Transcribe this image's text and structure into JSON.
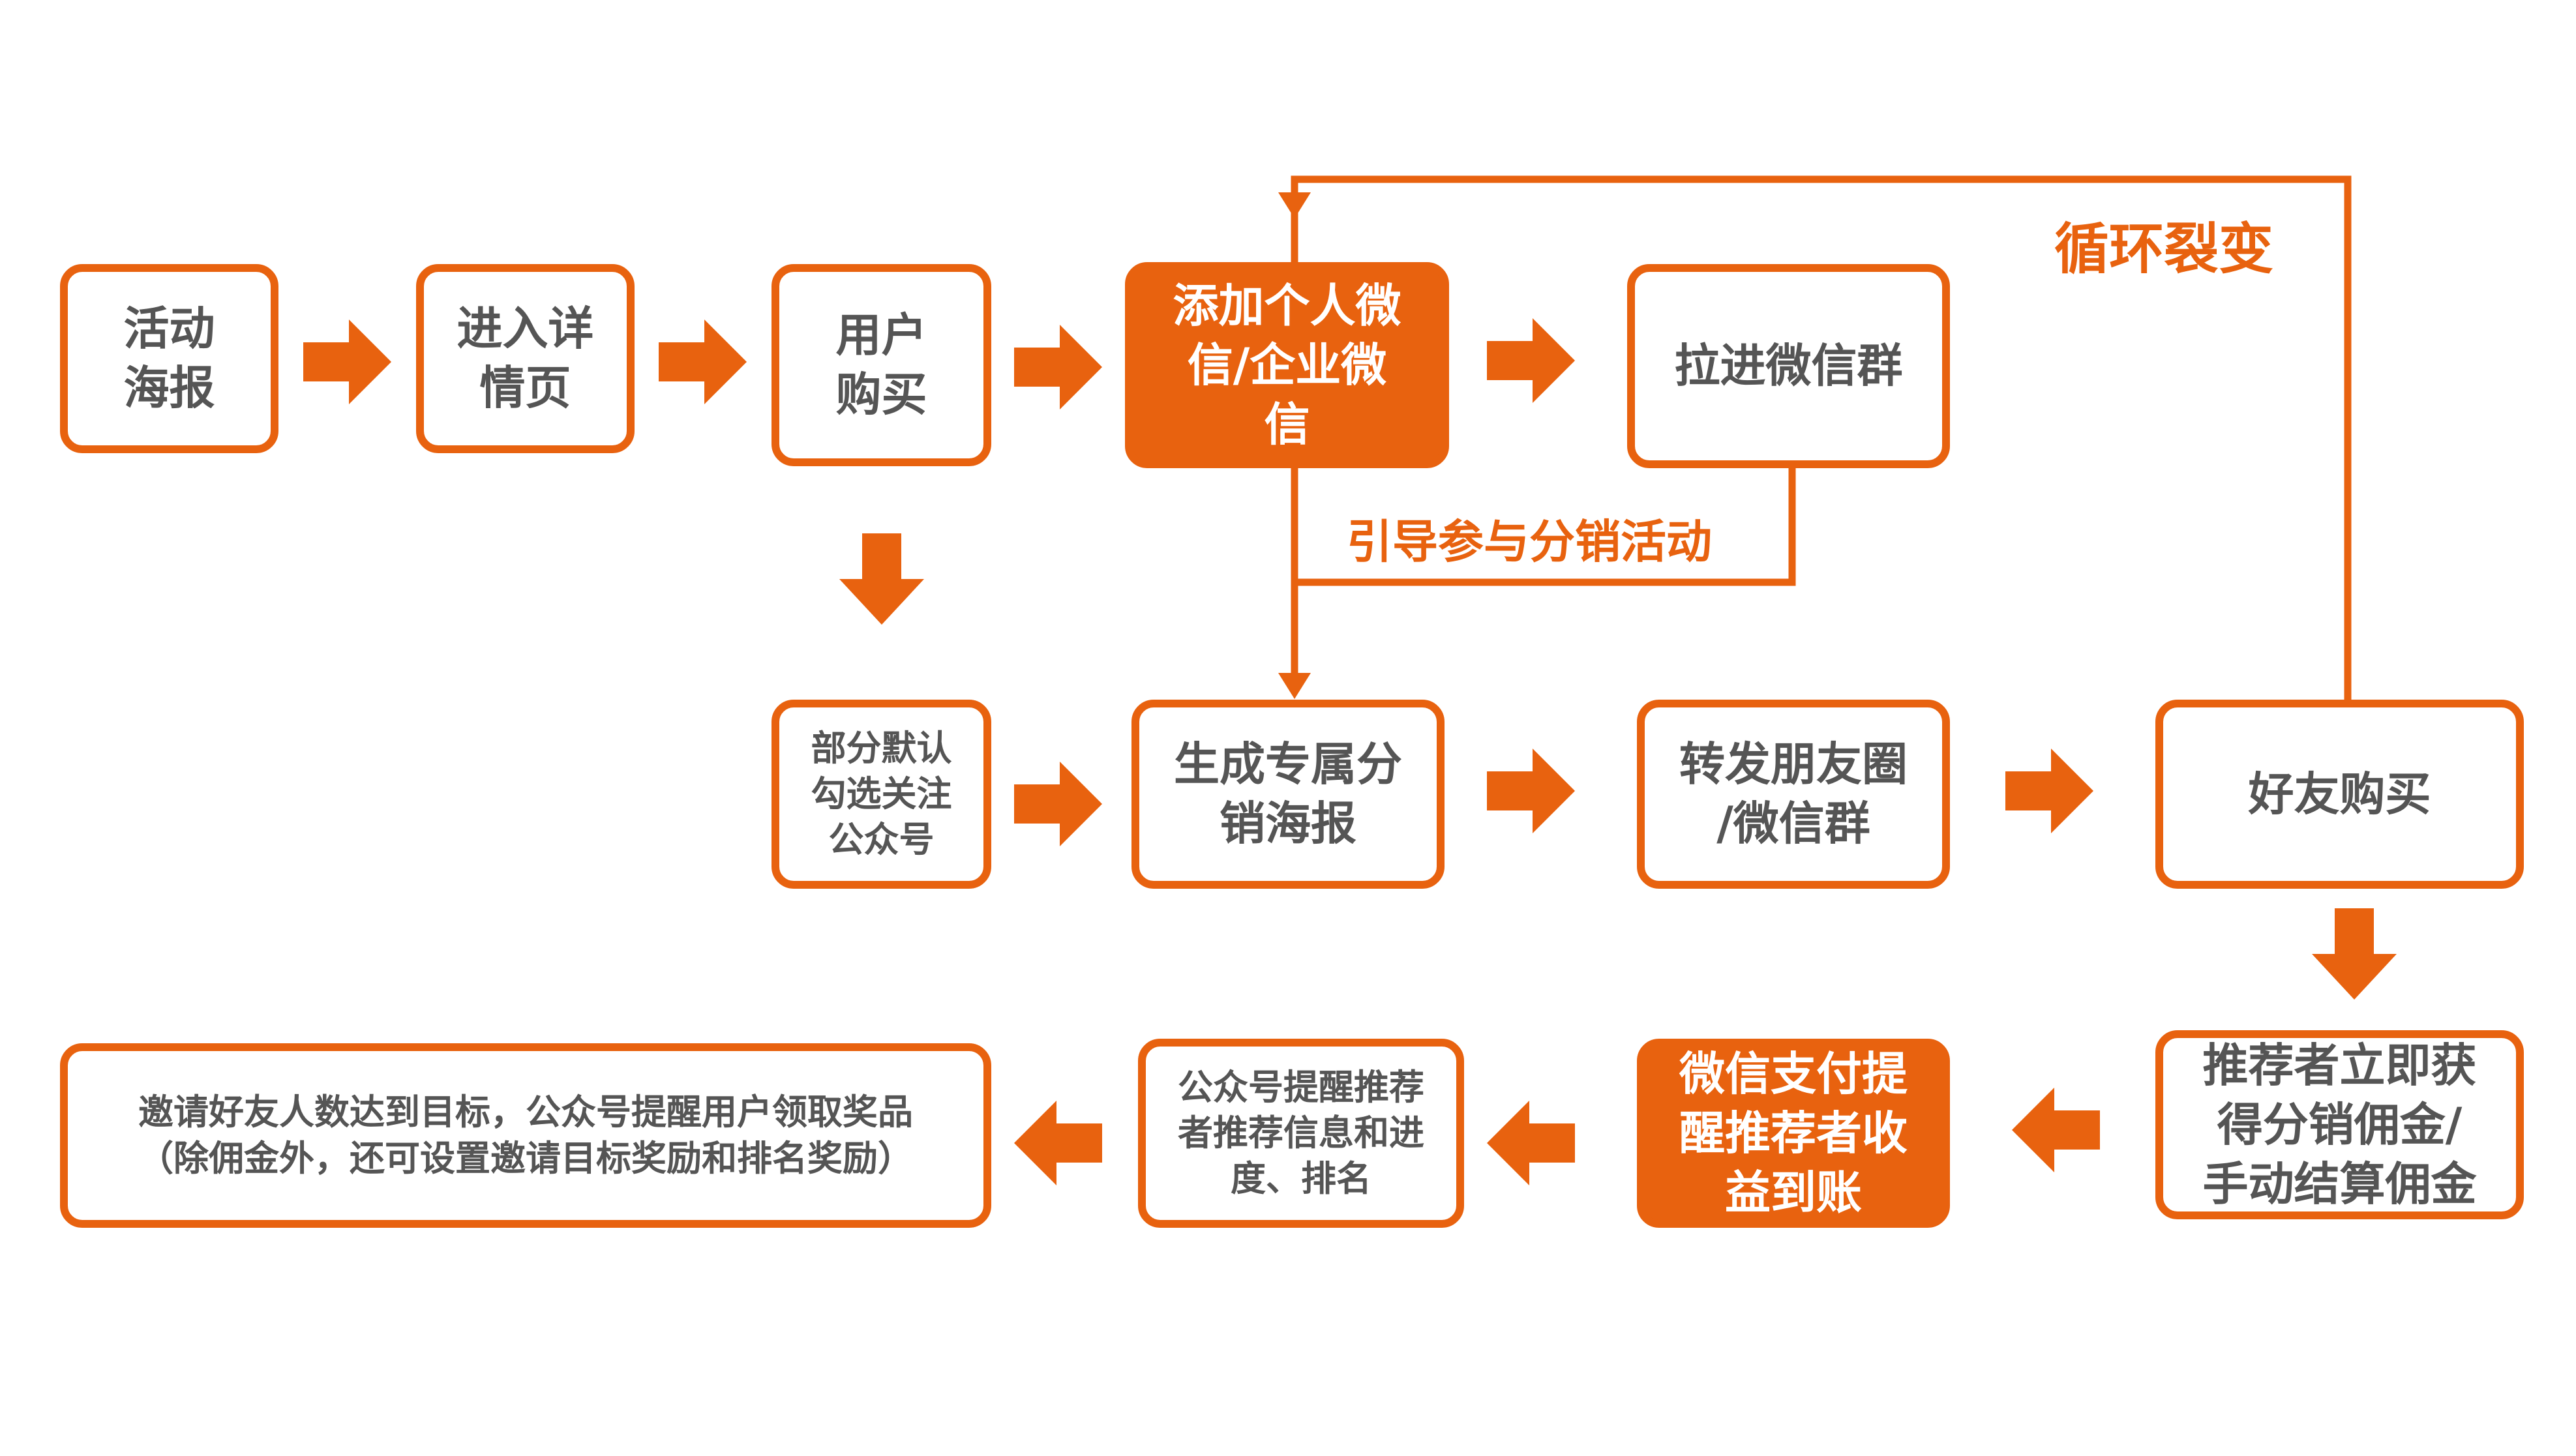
{
  "colors": {
    "accent": "#E8620F",
    "text": "#555555",
    "fill_text": "#ffffff"
  },
  "nodes": {
    "poster": "活动\n海报",
    "detail": "进入详\n情页",
    "purchase": "用户\n购买",
    "add_wechat": "添加个人微\n信/企业微\n信",
    "join_group": "拉进微信群",
    "follow_account": "部分默认\n勾选关注\n公众号",
    "gen_poster": "生成专属分\n销海报",
    "share": "转发朋友圈\n/微信群",
    "friend_buy": "好友购买",
    "commission": "推荐者立即获\n得分销佣金/\n手动结算佣金",
    "pay_notice": "微信支付提\n醒推荐者收\n益到账",
    "account_notice": "公众号提醒推荐\n者推荐信息和进\n度、排名",
    "invite_reward": "邀请好友人数达到目标，公众号提醒用户领取奖品\n（除佣金外，还可设置邀请目标奖励和排名奖励）"
  },
  "labels": {
    "cycle": "循环裂变",
    "guide": "引导参与分销活动"
  }
}
